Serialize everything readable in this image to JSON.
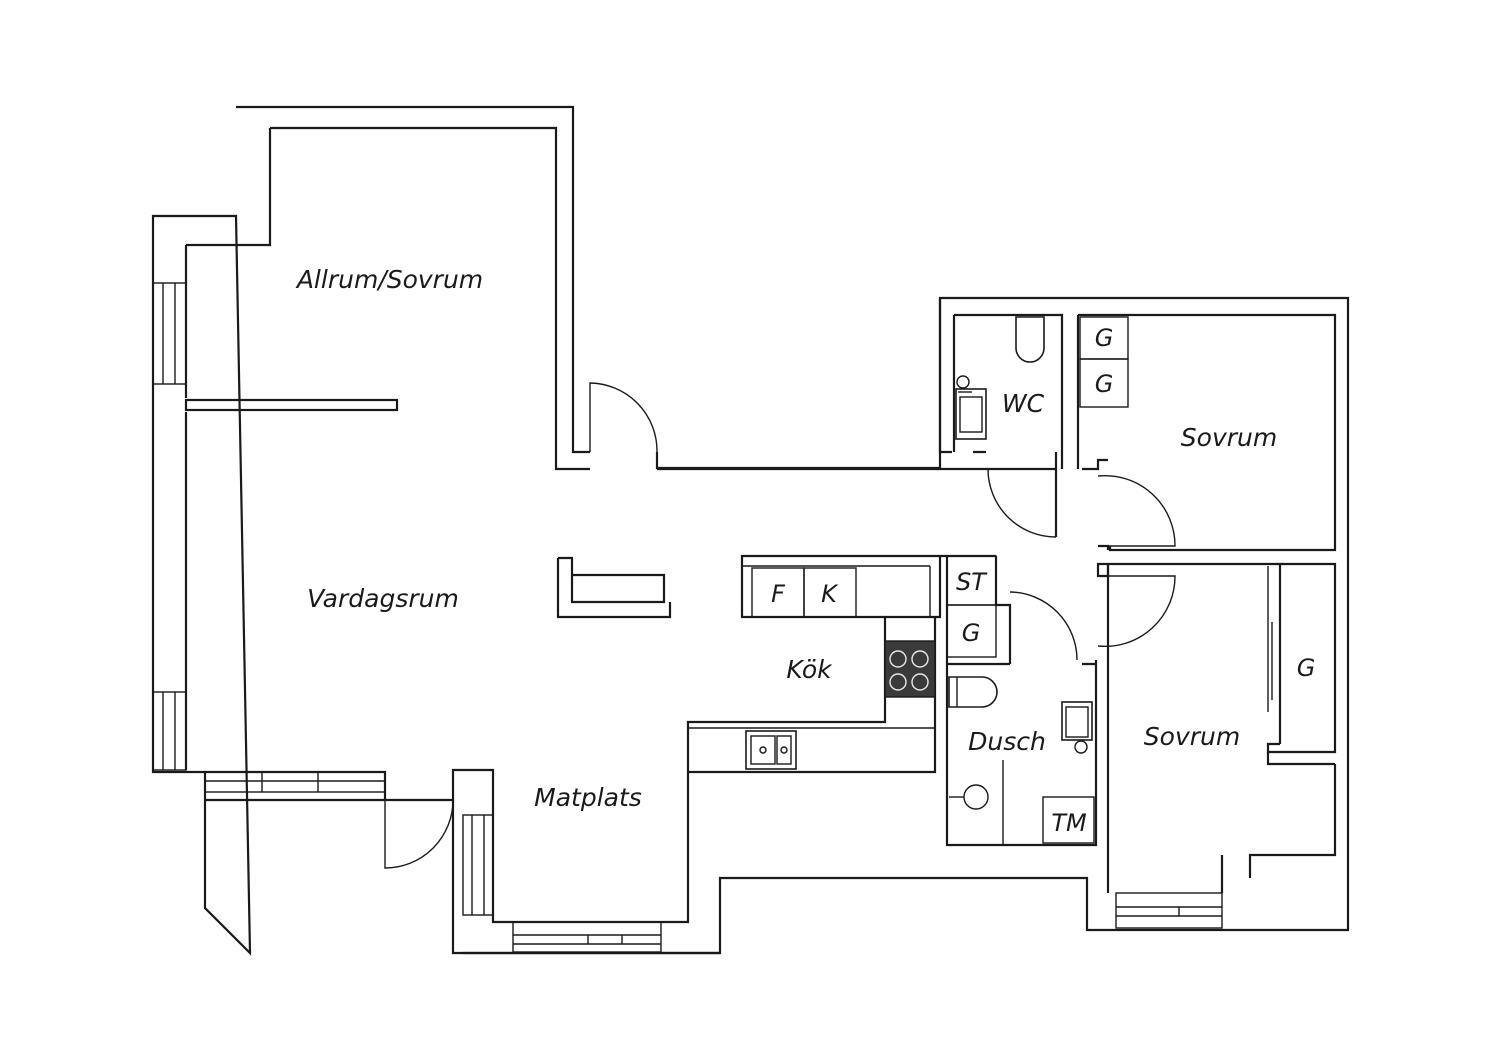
{
  "rooms": {
    "allrum": "Allrum/Sovrum",
    "vardagsrum": "Vardagsrum",
    "kok": "Kök",
    "matplats": "Matplats",
    "wc": "WC",
    "sovrum_1": "Sovrum",
    "sovrum_2": "Sovrum",
    "dusch": "Dusch"
  },
  "fixtures": {
    "wardrobe_g1": "G",
    "wardrobe_g2": "G",
    "wardrobe_g3": "G",
    "wardrobe_g4": "G",
    "fridge": "F",
    "freezer": "K",
    "storage": "ST",
    "washer": "TM"
  },
  "colors": {
    "line": "#1a1a1a",
    "background": "#ffffff",
    "stove": "#3a3a3a"
  }
}
